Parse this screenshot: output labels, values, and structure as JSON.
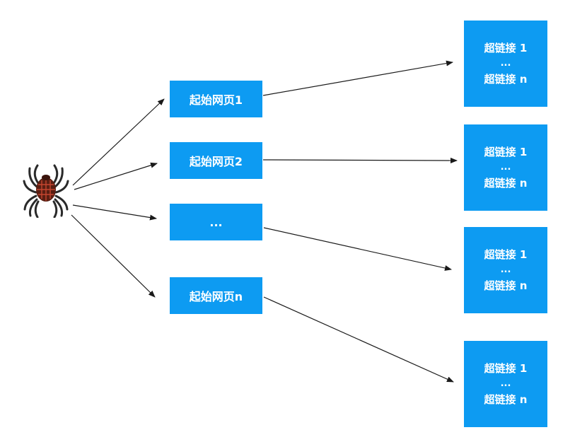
{
  "start_pages": [
    {
      "label": "起始网页1"
    },
    {
      "label": "起始网页2"
    },
    {
      "label": "..."
    },
    {
      "label": "起始网页n"
    }
  ],
  "link_groups": [
    {
      "first": "超链接 1",
      "dots": "...",
      "last": "超链接  n"
    },
    {
      "first": "超链接 1",
      "dots": "...",
      "last": "超链接  n"
    },
    {
      "first": "超链接 1",
      "dots": "...",
      "last": "超链接  n"
    },
    {
      "first": "超链接 1",
      "dots": "...",
      "last": "超链接  n"
    }
  ],
  "colors": {
    "box": "#0d9bf2",
    "box_text": "#ffffff",
    "arrow": "#1a1a1a"
  },
  "icons": {
    "crawler": "spider-icon"
  }
}
